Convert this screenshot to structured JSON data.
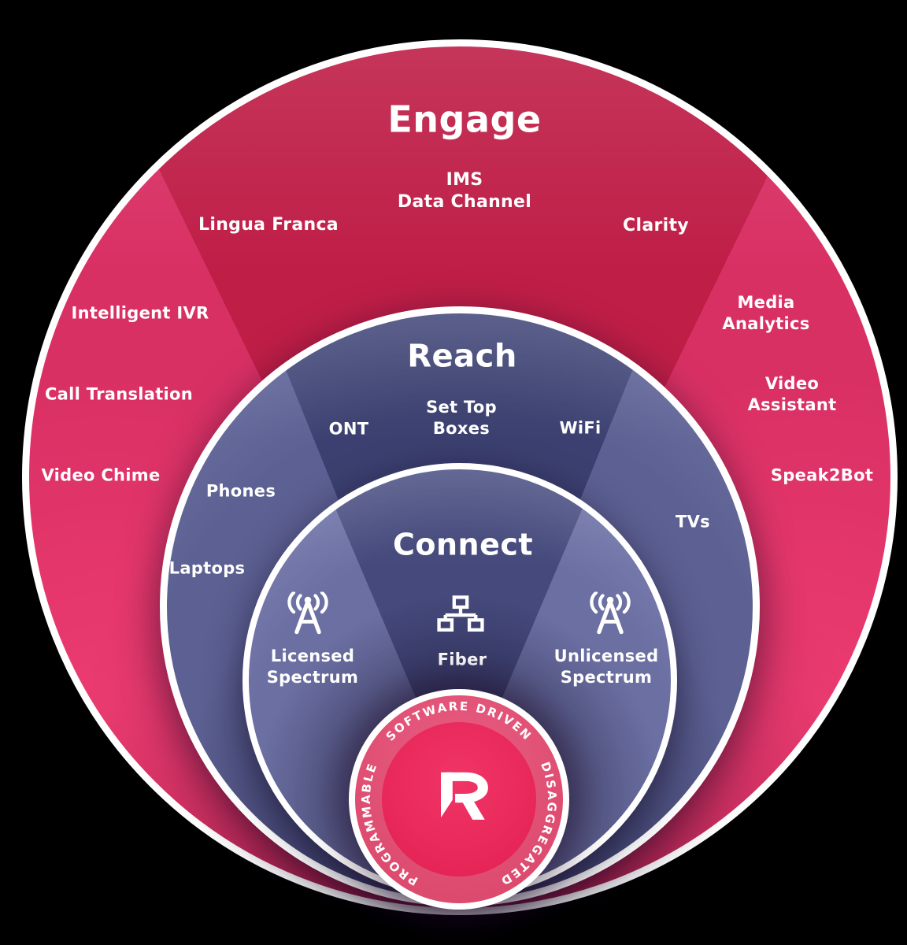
{
  "diagram": {
    "background_color": "#000000",
    "rings": {
      "engage": {
        "title": "Engage",
        "color_center_sector": "#BF1E47",
        "color_side_sector": "#D93064",
        "items": [
          {
            "label": "IMS\nData Channel"
          },
          {
            "label": "Lingua Franca"
          },
          {
            "label": "Clarity"
          },
          {
            "label": "Intelligent IVR"
          },
          {
            "label": "Media Analytics"
          },
          {
            "label": "Call Translation"
          },
          {
            "label": "Video Assistant"
          },
          {
            "label": "Video Chime"
          },
          {
            "label": "Speak2Bot"
          }
        ]
      },
      "reach": {
        "title": "Reach",
        "color_center_sector": "#3C4070",
        "color_side_sector": "#5C6092",
        "items": [
          {
            "label": "ONT"
          },
          {
            "label": "Set Top\nBoxes"
          },
          {
            "label": "WiFi"
          },
          {
            "label": "Phones"
          },
          {
            "label": "TVs"
          },
          {
            "label": "Laptops"
          }
        ]
      },
      "connect": {
        "title": "Connect",
        "color_center_sector": "#45497B",
        "color_side_sector": "#6B6FA2",
        "items": [
          {
            "label": "Licensed\nSpectrum",
            "icon": "radio-tower-icon"
          },
          {
            "label": "Fiber",
            "icon": "network-nodes-icon"
          },
          {
            "label": "Unlicensed\nSpectrum",
            "icon": "radio-tower-icon"
          }
        ]
      },
      "core_badge": {
        "ring_color": "#E05074",
        "inner_color": "#E62557",
        "arc_top": "SOFTWARE DRIVEN",
        "arc_left": "PROGRAMMABLE",
        "arc_right": "DISAGGREGATED",
        "logo": "R-mark"
      }
    }
  }
}
